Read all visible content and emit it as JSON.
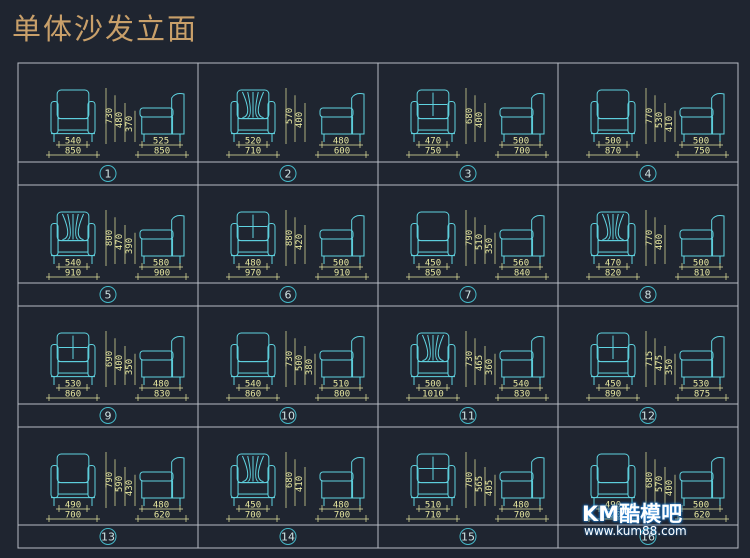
{
  "title": "单体沙发立面",
  "colors": {
    "background": "#1f2530",
    "title": "#c9a06a",
    "grid": "#b7bcc4",
    "sofa": "#5fd3e0",
    "dimension": "#e8e8a0",
    "number_circle": "#45b9c9",
    "number_text": "#cfe3e3"
  },
  "cells": [
    {
      "number": "1",
      "vertical_dims": [
        "730",
        "480",
        "370"
      ],
      "front_dims": [
        "540",
        "850"
      ],
      "side_dims": [
        "525",
        "850"
      ]
    },
    {
      "number": "2",
      "vertical_dims": [
        "570",
        "400"
      ],
      "front_dims": [
        "520",
        "710"
      ],
      "side_dims": [
        "480",
        "600"
      ]
    },
    {
      "number": "3",
      "vertical_dims": [
        "680",
        "400"
      ],
      "front_dims": [
        "470",
        "750"
      ],
      "side_dims": [
        "500",
        "700"
      ]
    },
    {
      "number": "4",
      "vertical_dims": [
        "770",
        "530",
        "410"
      ],
      "front_dims": [
        "500",
        "870"
      ],
      "side_dims": [
        "500",
        "750"
      ]
    },
    {
      "number": "5",
      "vertical_dims": [
        "800",
        "470",
        "390"
      ],
      "front_dims": [
        "540",
        "910"
      ],
      "side_dims": [
        "580",
        "900"
      ]
    },
    {
      "number": "6",
      "vertical_dims": [
        "880",
        "420"
      ],
      "front_dims": [
        "480",
        "970"
      ],
      "side_dims": [
        "500",
        "910"
      ]
    },
    {
      "number": "7",
      "vertical_dims": [
        "790",
        "510",
        "350"
      ],
      "front_dims": [
        "450",
        "850"
      ],
      "side_dims": [
        "560",
        "840"
      ]
    },
    {
      "number": "8",
      "vertical_dims": [
        "770",
        "400"
      ],
      "front_dims": [
        "470",
        "820"
      ],
      "side_dims": [
        "500",
        "810"
      ]
    },
    {
      "number": "9",
      "vertical_dims": [
        "690",
        "400",
        "350"
      ],
      "front_dims": [
        "530",
        "860"
      ],
      "side_dims": [
        "480",
        "830"
      ]
    },
    {
      "number": "10",
      "vertical_dims": [
        "730",
        "500",
        "380"
      ],
      "front_dims": [
        "540",
        "860"
      ],
      "side_dims": [
        "510",
        "800"
      ]
    },
    {
      "number": "11",
      "vertical_dims": [
        "730",
        "465",
        "360"
      ],
      "front_dims": [
        "500",
        "1010"
      ],
      "side_dims": [
        "540",
        "830"
      ]
    },
    {
      "number": "12",
      "vertical_dims": [
        "715",
        "475",
        "350"
      ],
      "front_dims": [
        "450",
        "890"
      ],
      "side_dims": [
        "530",
        "875"
      ]
    },
    {
      "number": "13",
      "vertical_dims": [
        "790",
        "590",
        "430"
      ],
      "front_dims": [
        "490",
        "700"
      ],
      "side_dims": [
        "480",
        "620"
      ]
    },
    {
      "number": "14",
      "vertical_dims": [
        "680",
        "410"
      ],
      "front_dims": [
        "450",
        "700"
      ],
      "side_dims": [
        "480",
        "700"
      ]
    },
    {
      "number": "15",
      "vertical_dims": [
        "700",
        "565",
        "405"
      ],
      "front_dims": [
        "510",
        "710"
      ],
      "side_dims": [
        "480",
        "700"
      ]
    },
    {
      "number": "16",
      "vertical_dims": [
        "680",
        "570",
        "400"
      ],
      "front_dims": [
        "490",
        "620"
      ],
      "side_dims": [
        "500",
        "620"
      ]
    }
  ],
  "watermark": {
    "brand": "KM酷模吧",
    "url": "www.kum88.com"
  }
}
